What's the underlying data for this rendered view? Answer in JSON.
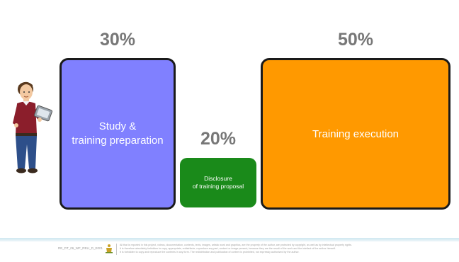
{
  "blocks": [
    {
      "percent": "30%",
      "label_lines": [
        "Study &",
        "training preparation"
      ],
      "color": "#8080ff"
    },
    {
      "percent": "20%",
      "label_lines": [
        "Disclosure",
        "of training proposal"
      ],
      "color": "#1a8a1a"
    },
    {
      "percent": "50%",
      "label_lines": [
        "Training execution"
      ],
      "color": "#ff9900"
    }
  ],
  "footer": {
    "code": "RE_DT_06_WF_RELI_D_E001",
    "disclaimer": [
      "All that is reported in this project, videos, documentation, contents, texts, images, artistic work and graphics, are the property of the author, are protected by copyright, as well as by intellectual property rights.",
      "It is therefore absolutely forbidden to copy, appropriate, redistribute, reproduce any part, content or image present, because they are the result of the work and the intellect of the author himself.",
      "It is forbidden to copy and reproduce the contents in any form.    The redistribution and publication of content is prohibited, not expressly authorized by the author."
    ]
  },
  "icons": {
    "person": "man-with-tablet-icon",
    "logo": "author-logo-icon"
  }
}
